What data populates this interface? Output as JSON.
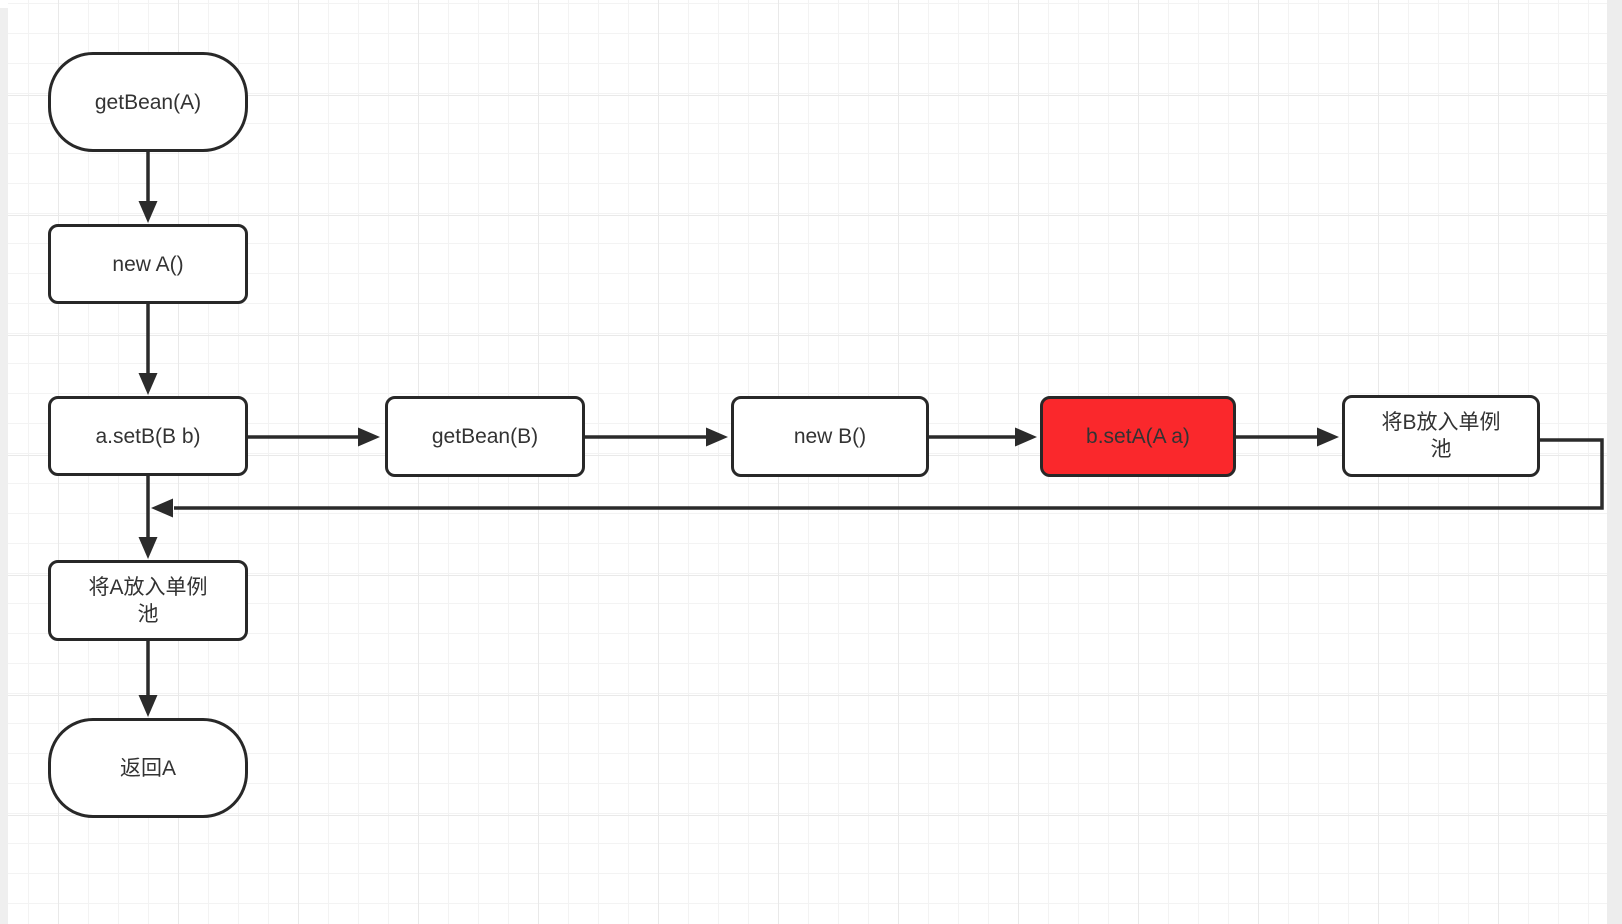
{
  "diagram": {
    "nodes": [
      {
        "id": "getbean-a",
        "label": "getBean(A)",
        "shape": "stadium",
        "fill": "#ffffff"
      },
      {
        "id": "new-a",
        "label": "new A()",
        "shape": "rect",
        "fill": "#ffffff"
      },
      {
        "id": "a-setb",
        "label": "a.setB(B b)",
        "shape": "rect",
        "fill": "#ffffff"
      },
      {
        "id": "getbean-b",
        "label": "getBean(B)",
        "shape": "rect",
        "fill": "#ffffff"
      },
      {
        "id": "new-b",
        "label": "new B()",
        "shape": "rect",
        "fill": "#ffffff"
      },
      {
        "id": "b-seta",
        "label": "b.setA(A a)",
        "shape": "rect",
        "fill": "#fa282c",
        "highlighted": true
      },
      {
        "id": "put-b-pool",
        "label": "将B放入单例池",
        "shape": "rect",
        "fill": "#ffffff"
      },
      {
        "id": "put-a-pool",
        "label": "将A放入单例池",
        "shape": "rect",
        "fill": "#ffffff"
      },
      {
        "id": "return-a",
        "label": "返回A",
        "shape": "stadium",
        "fill": "#ffffff"
      }
    ],
    "edges": [
      {
        "from": "getbean-a",
        "to": "new-a",
        "direction": "down"
      },
      {
        "from": "new-a",
        "to": "a-setb",
        "direction": "down"
      },
      {
        "from": "a-setb",
        "to": "getbean-b",
        "direction": "right"
      },
      {
        "from": "getbean-b",
        "to": "new-b",
        "direction": "right"
      },
      {
        "from": "new-b",
        "to": "b-seta",
        "direction": "right"
      },
      {
        "from": "b-seta",
        "to": "put-b-pool",
        "direction": "right"
      },
      {
        "from": "put-b-pool",
        "to": "a-setb",
        "direction": "right-down-left",
        "note": "loop back into flow below a.setB(B b)"
      },
      {
        "from": "a-setb",
        "to": "put-a-pool",
        "direction": "down"
      },
      {
        "from": "put-a-pool",
        "to": "return-a",
        "direction": "down"
      }
    ],
    "colors": {
      "stroke": "#2b2b2b",
      "node_border": "#282828",
      "node_fill": "#ffffff",
      "highlight_fill": "#fa282c",
      "text": "#333333",
      "grid_minor": "#f3f3f3",
      "grid_major": "#e9e9e9",
      "canvas_edge": "#ededed"
    }
  }
}
